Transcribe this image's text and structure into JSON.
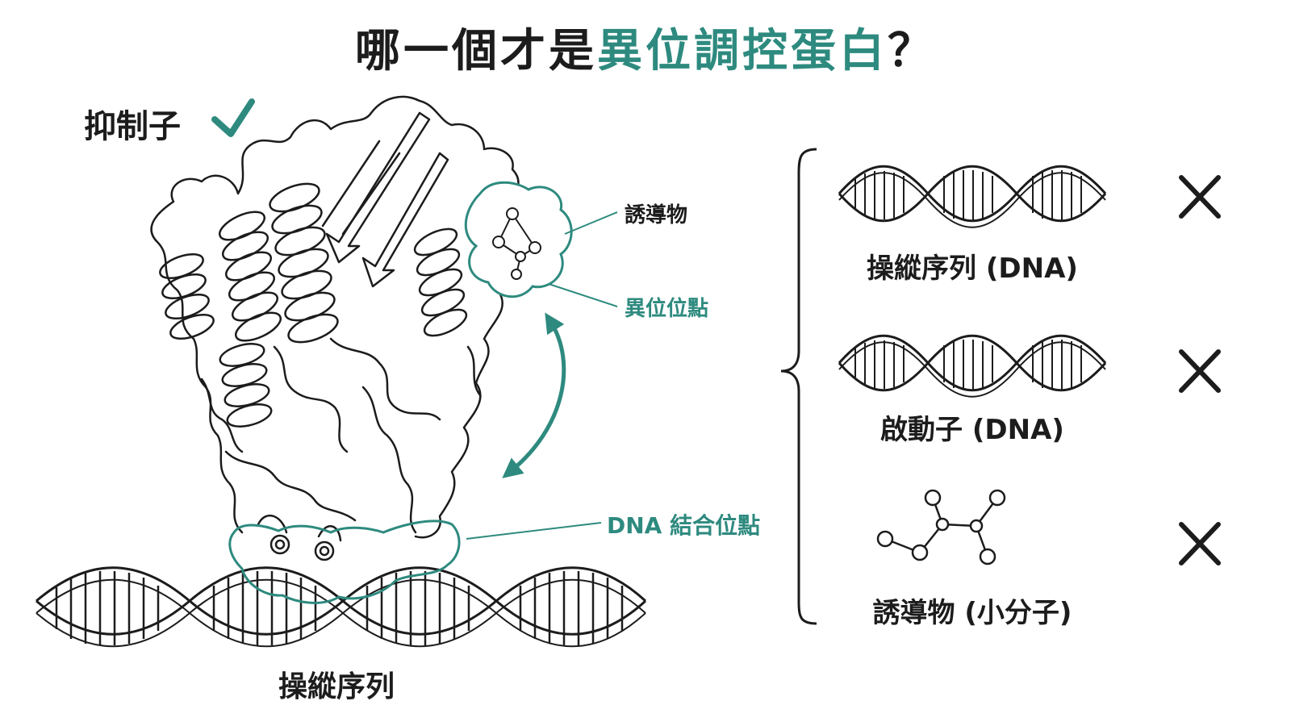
{
  "title": {
    "part1": "哪一個才是",
    "highlight": "異位調控蛋白",
    "part2": "？"
  },
  "protein": {
    "name": "抑制子",
    "correct_mark": "check-icon"
  },
  "callouts": {
    "inducer": "誘導物",
    "allosteric_site": "異位位點",
    "dna_binding_site": "DNA 結合位點"
  },
  "bottom_dna_label": "操縱序列",
  "options": [
    {
      "label": "操縱序列 (DNA)",
      "icon": "dna-helix-icon",
      "mark": "cross-icon"
    },
    {
      "label": "啟動子 (DNA)",
      "icon": "dna-helix-icon",
      "mark": "cross-icon"
    },
    {
      "label": "誘導物 (小分子)",
      "icon": "molecule-icon",
      "mark": "cross-icon"
    }
  ],
  "colors": {
    "accent": "#2e8a7f",
    "ink": "#1c1c1c"
  }
}
